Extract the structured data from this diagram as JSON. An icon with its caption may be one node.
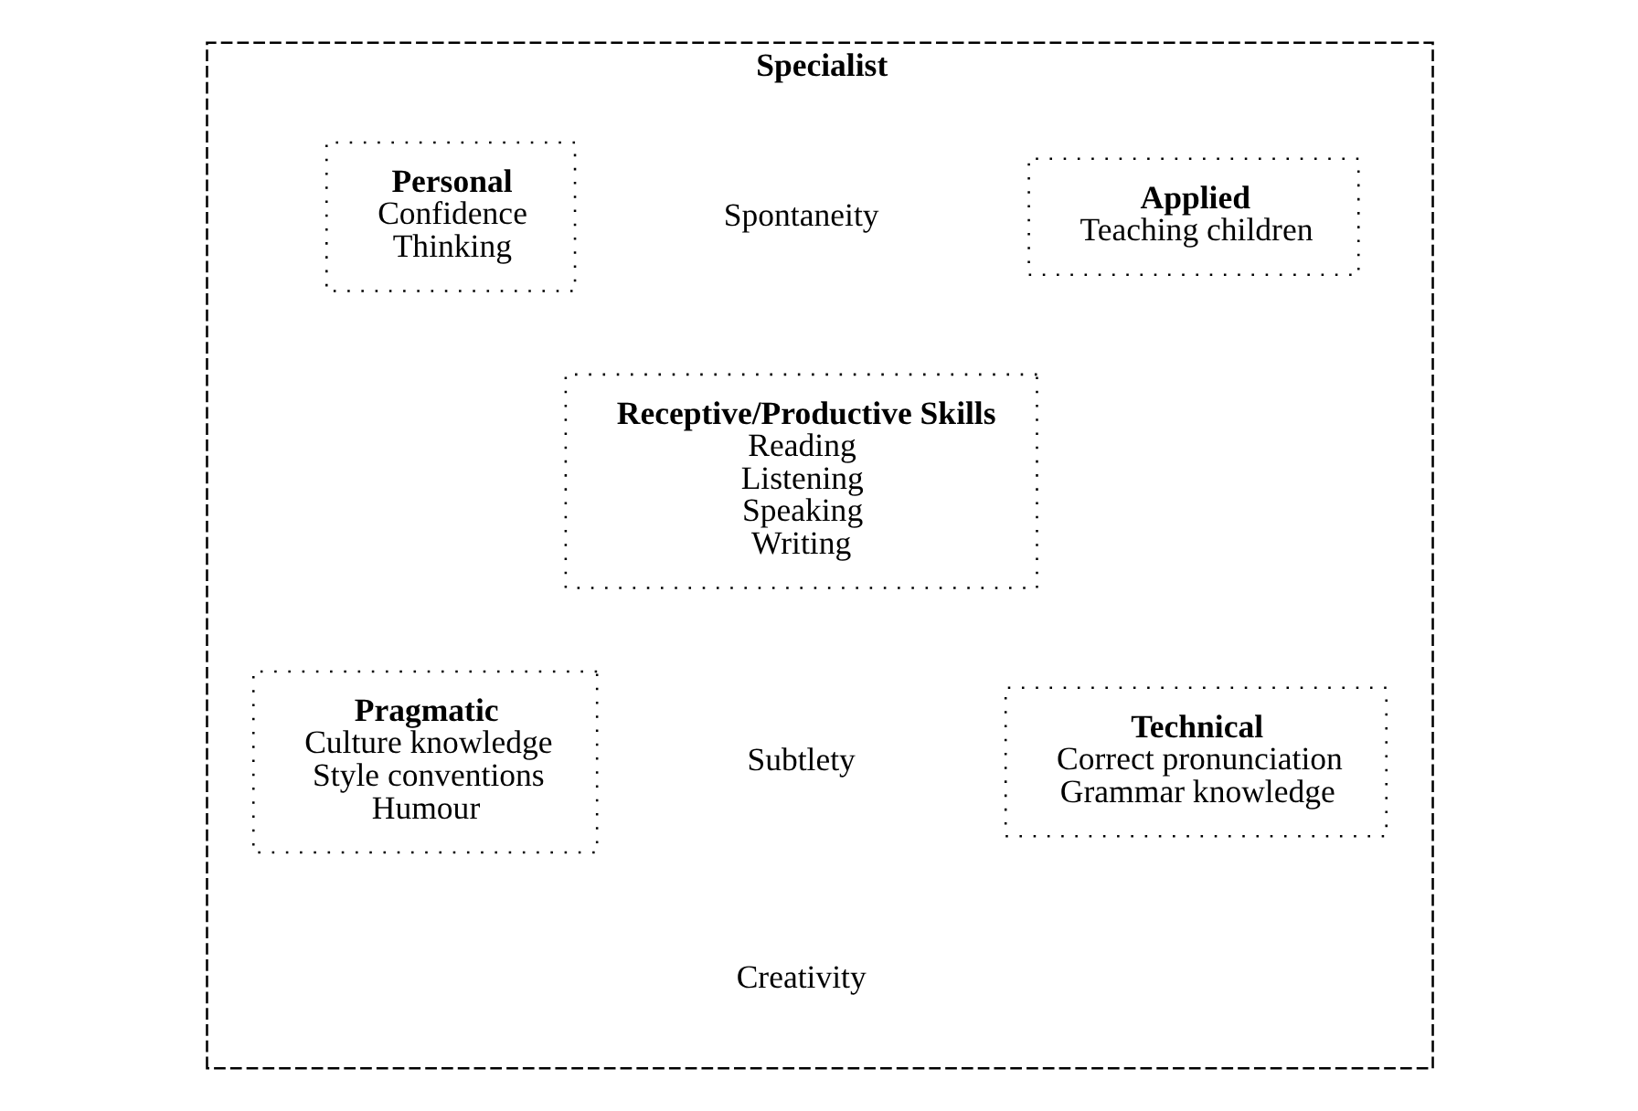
{
  "diagram": {
    "nodes": [
      {
        "text": [
          "Specialist"
        ]
      },
      {
        "text": [
          "Personal",
          "Confidence",
          "Thinking"
        ],
        "in": 0
      },
      {
        "text": [
          "Applied",
          "Teaching children"
        ],
        "in": 0
      },
      {
        "text": [
          "Receptive/Productive Skills",
          "Reading",
          "Listening",
          "Speaking",
          "Writing"
        ],
        "in": 0
      },
      {
        "text": [
          "Pragmatic",
          "Culture knowledge",
          "Style conventions",
          "Humour"
        ],
        "in": 0
      },
      {
        "text": [
          "Technical",
          "Correct pronunciation",
          "Grammar knowledge"
        ],
        "in": 0
      }
    ],
    "edges": [],
    "labels": [
      "Spontaneity",
      "Subtlety",
      "Creativity"
    ]
  }
}
